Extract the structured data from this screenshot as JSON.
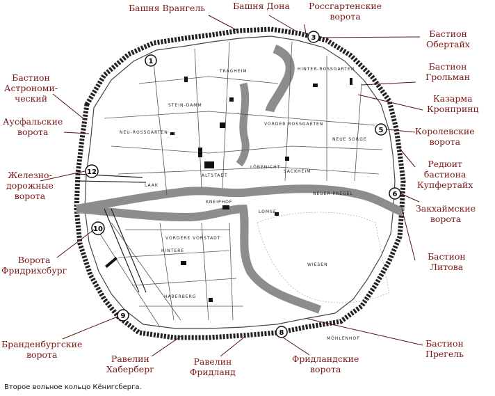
{
  "labels": {
    "bashnya_wrangel": "Башня Врангель",
    "bashnya_dona": "Башня Дона",
    "rossgarten_1": "Россгартенские",
    "rossgarten_2": "ворота",
    "obertaikh_1": "Бастион",
    "obertaikh_2": "Обертайх",
    "astronom_1": "Бастион",
    "astronom_2": "Астрономи-",
    "astronom_3": "ческий",
    "grolman_1": "Бастион",
    "grolman_2": "Грольман",
    "kazarma_1": "Казарма",
    "kazarma_2": "Кронпринц",
    "ausfal_1": "Аусфальские",
    "ausfal_2": "ворота",
    "korolev_1": "Королевские",
    "korolev_2": "ворота",
    "zhelezno_1": "Железно-",
    "zhelezno_2": "дорожные",
    "zhelezno_3": "ворота",
    "redut_1": "Редюит",
    "redut_2": "бастиона",
    "redut_3": "Купфертайх",
    "zakheim_1": "Закхаймские",
    "zakheim_2": "ворота",
    "fridrikhsburg_1": "Ворота",
    "fridrikhsburg_2": "Фридрихсбург",
    "litova_1": "Бастион",
    "litova_2": "Литова",
    "brandenburg_1": "Бранденбургские",
    "brandenburg_2": "ворота",
    "khaberberg_1": "Равелин",
    "khaberberg_2": "Хаберберг",
    "fridland_rav_1": "Равелин",
    "fridland_rav_2": "Фридланд",
    "fridland_gate_1": "Фридландские",
    "fridland_gate_2": "ворота",
    "pregel_1": "Бастион",
    "pregel_2": "Прегель"
  },
  "circle_numbers": [
    "1",
    "3",
    "5",
    "6",
    "8",
    "9",
    "10",
    "12"
  ],
  "map_text": {
    "tragheim": "TRAGHEIM",
    "hinter_rossgarten": "HINTER-ROSSGARTEN",
    "stein_damm": "STEIN-DAMM",
    "neu_rossgarten": "NEU-ROSSGARTEN",
    "vorder_rossgarten": "VORDER ROSSGARTEN",
    "neue_sorge": "NEUE SORGE",
    "loebenicht": "LÖBENICHT",
    "sackheim": "SACKHEIM",
    "altstadt": "ALTSTADT",
    "laak": "LAAK",
    "kneiphof": "KNEIPHOF",
    "lomse": "LOMSE",
    "vordere_vorstadt": "VORDERE VORSTADT",
    "hintere": "HINTERE",
    "haberberg": "HABERBERG",
    "wiesen": "WIESEN",
    "mohlenhof": "MÖHLENHOF",
    "neuer_pregel": "NEUER PREGEL"
  },
  "caption": "Второе вольное кольцо Кёнигсберга.",
  "colors": {
    "label": "#7a1616",
    "leader": "#5a0f0f",
    "ink": "#1a1a1a",
    "river": "#8d8d8d",
    "paper": "#ffffff"
  }
}
